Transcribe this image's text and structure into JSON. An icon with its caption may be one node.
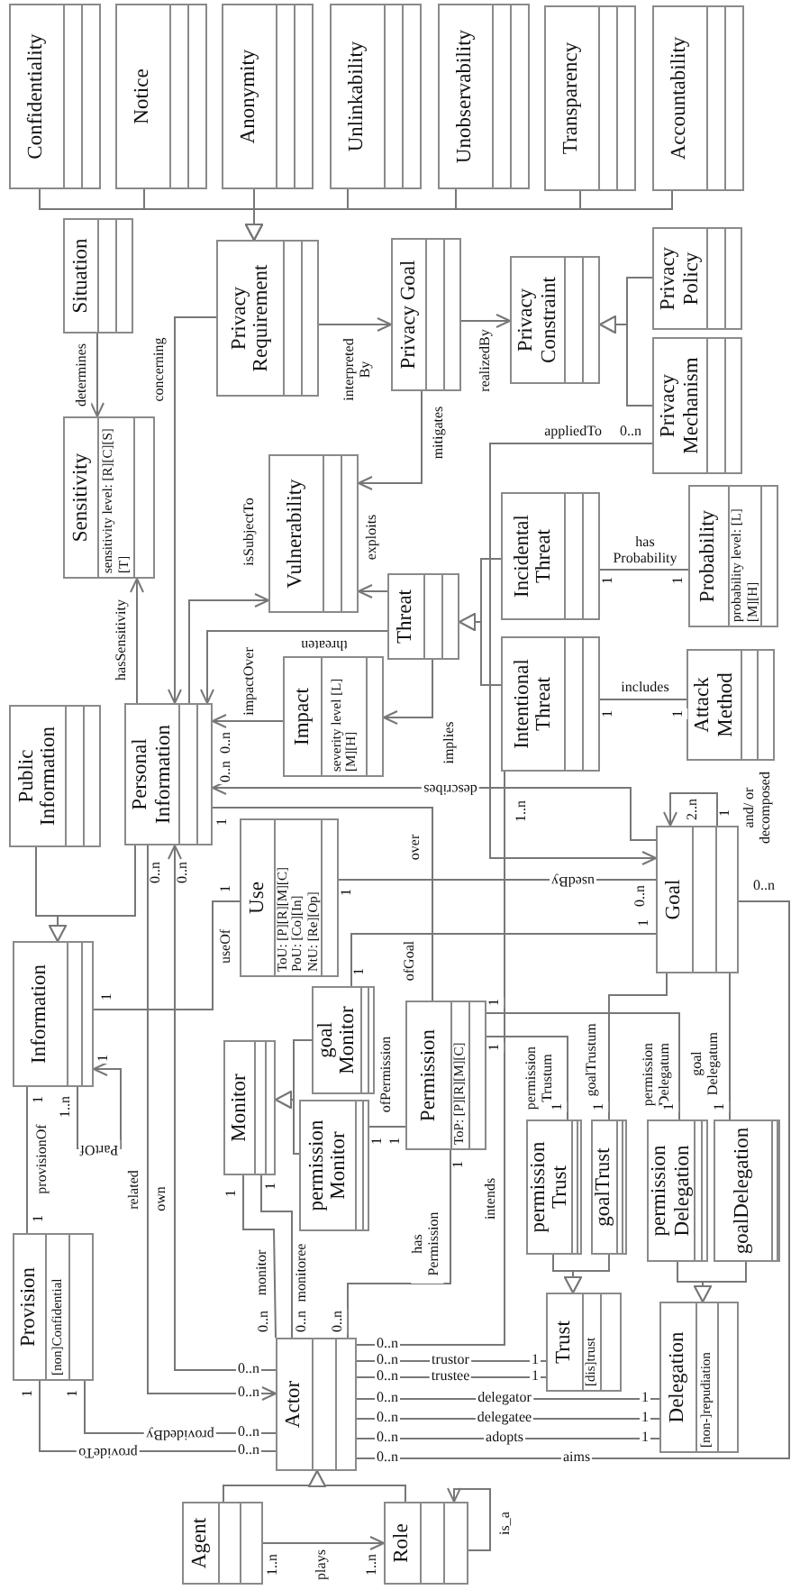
{
  "diagram": {
    "nodes": [
      {
        "text": [
          "Confidentiality"
        ]
      },
      {
        "text": [
          "Notice"
        ]
      },
      {
        "text": [
          "Anonymity"
        ]
      },
      {
        "text": [
          "Unlinkability"
        ]
      },
      {
        "text": [
          "Unobservability"
        ]
      },
      {
        "text": [
          "Transparency"
        ]
      },
      {
        "text": [
          "Accountability"
        ]
      },
      {
        "text": [
          "Situation"
        ]
      },
      {
        "text": [
          "Privacy Requirement"
        ]
      },
      {
        "text": [
          "Privacy Goal"
        ]
      },
      {
        "text": [
          "Privacy Constraint"
        ]
      },
      {
        "text": [
          "Privacy Policy"
        ]
      },
      {
        "text": [
          "Privacy Mechanism"
        ]
      },
      {
        "text": [
          "Sensitivity",
          "sensitivity level: [R][C][S][T]"
        ]
      },
      {
        "text": [
          "Vulnerability"
        ]
      },
      {
        "text": [
          "Threat"
        ]
      },
      {
        "text": [
          "Incidental Threat"
        ]
      },
      {
        "text": [
          "Probability",
          "probability level: [L][M][H]"
        ]
      },
      {
        "text": [
          "Intentional Threat"
        ]
      },
      {
        "text": [
          "Attack Method"
        ]
      },
      {
        "text": [
          "Impact",
          "severity level [L][M][H]"
        ]
      },
      {
        "text": [
          "Public Information"
        ]
      },
      {
        "text": [
          "Personal Information"
        ]
      },
      {
        "text": [
          "Use",
          "ToU: [P][R][M][C]",
          "PoU: [Co][In]",
          "NtU: [Re][Op]"
        ]
      },
      {
        "text": [
          "Goal"
        ]
      },
      {
        "text": [
          "Information"
        ]
      },
      {
        "text": [
          "Monitor"
        ]
      },
      {
        "text": [
          "goal Monitor"
        ]
      },
      {
        "text": [
          "permission Monitor"
        ]
      },
      {
        "text": [
          "Permission",
          "ToP: [P][R][M][C]"
        ]
      },
      {
        "text": [
          "permission Trust"
        ]
      },
      {
        "text": [
          "goalTrust"
        ]
      },
      {
        "text": [
          "permission Delegation"
        ]
      },
      {
        "text": [
          "goalDelegation"
        ]
      },
      {
        "text": [
          "Trust",
          "[dis]trust"
        ]
      },
      {
        "text": [
          "Delegation",
          "[non-]repudiation"
        ]
      },
      {
        "text": [
          "Provision",
          "[non]Confidential"
        ]
      },
      {
        "text": [
          "Actor"
        ]
      },
      {
        "text": [
          "Agent"
        ]
      },
      {
        "text": [
          "Role"
        ]
      }
    ],
    "edges": [
      {
        "from": 0,
        "to": 8,
        "arrow": "to"
      },
      {
        "from": 1,
        "to": 8,
        "arrow": "to"
      },
      {
        "from": 2,
        "to": 8,
        "arrow": "to"
      },
      {
        "from": 3,
        "to": 8,
        "arrow": "to"
      },
      {
        "from": 4,
        "to": 8,
        "arrow": "to"
      },
      {
        "from": 5,
        "to": 8,
        "arrow": "to"
      },
      {
        "from": 6,
        "to": 8,
        "arrow": "to"
      },
      {
        "from": 7,
        "to": 13,
        "arrow": "to",
        "label": "determines"
      },
      {
        "from": 22,
        "to": 13,
        "arrow": "to",
        "label": "hasSensitivity"
      },
      {
        "from": 8,
        "to": 22,
        "arrow": "to",
        "label": "concerning"
      },
      {
        "from": 8,
        "to": 9,
        "arrow": "to",
        "label": "interpreted By"
      },
      {
        "from": 9,
        "to": 10,
        "arrow": "to",
        "label": "realizedBy"
      },
      {
        "from": 11,
        "to": 10,
        "arrow": "to"
      },
      {
        "from": 12,
        "to": 10,
        "arrow": "to"
      },
      {
        "from": 9,
        "to": 14,
        "arrow": "to",
        "label": "mitigates"
      },
      {
        "from": 12,
        "to": 24,
        "arrow": "to",
        "label": "appliedTo"
      },
      {
        "from": 15,
        "to": 14,
        "arrow": "to",
        "label": "exploits"
      },
      {
        "from": 22,
        "to": 14,
        "arrow": "to",
        "label": "isSubjectTo"
      },
      {
        "from": 15,
        "to": 22,
        "arrow": "to",
        "label": "threaten"
      },
      {
        "from": 15,
        "to": 20,
        "arrow": "to",
        "label": "implies"
      },
      {
        "from": 20,
        "to": 22,
        "arrow": "to",
        "label": "impactOver"
      },
      {
        "from": 24,
        "to": 22,
        "arrow": "to",
        "label": "describes"
      },
      {
        "from": 24,
        "to": 24,
        "arrow": "to",
        "label": "and/ or decomposed"
      },
      {
        "from": 23,
        "to": 24,
        "arrow": "none",
        "label": "usedBy"
      },
      {
        "from": 25,
        "to": 23,
        "arrow": "none",
        "label": "useOf"
      },
      {
        "from": 22,
        "to": 29,
        "arrow": "none",
        "label": "over"
      },
      {
        "from": 27,
        "to": 24,
        "arrow": "none",
        "label": "ofGoal"
      },
      {
        "from": 28,
        "to": 29,
        "arrow": "none",
        "label": "ofPermission"
      },
      {
        "from": 30,
        "to": 29,
        "arrow": "none",
        "label": "permission Trustum"
      },
      {
        "from": 31,
        "to": 24,
        "arrow": "none",
        "label": "goalTrustum"
      },
      {
        "from": 32,
        "to": 29,
        "arrow": "none",
        "label": "permission Delegatum"
      },
      {
        "from": 33,
        "to": 24,
        "arrow": "none",
        "label": "goal Delegatum"
      },
      {
        "from": 27,
        "to": 26,
        "arrow": "to"
      },
      {
        "from": 28,
        "to": 26,
        "arrow": "to"
      },
      {
        "from": 30,
        "to": 34,
        "arrow": "to"
      },
      {
        "from": 31,
        "to": 34,
        "arrow": "to"
      },
      {
        "from": 32,
        "to": 35,
        "arrow": "to"
      },
      {
        "from": 33,
        "to": 35,
        "arrow": "to"
      },
      {
        "from": 26,
        "to": 37,
        "arrow": "none",
        "label": "monitor"
      },
      {
        "from": 26,
        "to": 37,
        "arrow": "none",
        "label": "monitoree"
      },
      {
        "from": 37,
        "to": 29,
        "arrow": "none",
        "label": "has Permission"
      },
      {
        "from": 37,
        "to": 18,
        "arrow": "none",
        "label": "intends"
      },
      {
        "from": 37,
        "to": 34,
        "arrow": "none",
        "label": "trustor"
      },
      {
        "from": 37,
        "to": 34,
        "arrow": "none",
        "label": "trustee"
      },
      {
        "from": 37,
        "to": 35,
        "arrow": "none",
        "label": "delegator"
      },
      {
        "from": 37,
        "to": 35,
        "arrow": "none",
        "label": "delegatee"
      },
      {
        "from": 37,
        "to": 35,
        "arrow": "none",
        "label": "adopts"
      },
      {
        "from": 37,
        "to": 24,
        "arrow": "none",
        "label": "aims"
      },
      {
        "from": 36,
        "to": 37,
        "arrow": "none",
        "label": "providedBy"
      },
      {
        "from": 37,
        "to": 36,
        "arrow": "none",
        "label": "provideTo"
      },
      {
        "from": 22,
        "to": 37,
        "arrow": "to",
        "label": "related"
      },
      {
        "from": 37,
        "to": 22,
        "arrow": "to",
        "label": "own"
      },
      {
        "from": 21,
        "to": 25,
        "arrow": "to"
      },
      {
        "from": 22,
        "to": 25,
        "arrow": "to"
      },
      {
        "from": 25,
        "to": 25,
        "arrow": "to",
        "label": "PartOf"
      },
      {
        "from": 36,
        "to": 25,
        "arrow": "none",
        "label": "provisionOf"
      },
      {
        "from": 38,
        "to": 37,
        "arrow": "to"
      },
      {
        "from": 39,
        "to": 37,
        "arrow": "to"
      },
      {
        "from": 38,
        "to": 39,
        "arrow": "to",
        "label": "plays"
      },
      {
        "from": 39,
        "to": 39,
        "arrow": "to",
        "label": "is_a"
      },
      {
        "from": 16,
        "to": 17,
        "arrow": "none",
        "label": "has Probability"
      },
      {
        "from": 18,
        "to": 19,
        "arrow": "none",
        "label": "includes"
      },
      {
        "from": 16,
        "to": 15,
        "arrow": "to"
      },
      {
        "from": 18,
        "to": 15,
        "arrow": "to"
      }
    ],
    "labels": [
      "0..n",
      "1",
      "1",
      "1",
      "1",
      "1..n",
      "0..n",
      "0..n",
      "1",
      "2..n",
      "1",
      "0..n",
      "1",
      "1",
      "1",
      "1",
      "1",
      "1",
      "1",
      "1",
      "1",
      "1",
      "1",
      "1",
      "1",
      "1",
      "1",
      "0..n",
      "0..n",
      "0..n",
      "1",
      "0..n",
      "0..n",
      "1",
      "0..n",
      "1",
      "0..n",
      "1",
      "0..n",
      "1",
      "0..n",
      "1",
      "0..n",
      "0..n",
      "0..n",
      "0..n",
      "0..n",
      "0..n",
      "1",
      "1",
      "0..n",
      "0..n",
      "1..n",
      "1",
      "1",
      "1",
      "1..n",
      "1..n"
    ]
  }
}
